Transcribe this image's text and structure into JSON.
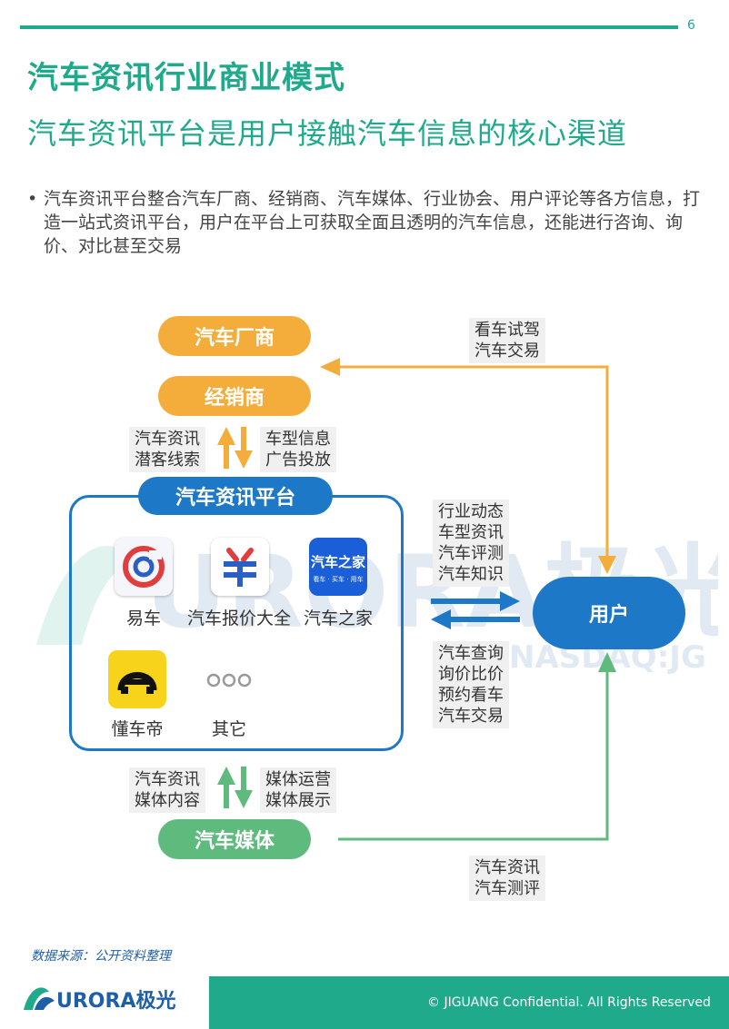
{
  "page": {
    "number": "6"
  },
  "header": {
    "title": "汽车资讯行业商业模式",
    "subtitle": "汽车资讯平台是用户接触汽车信息的核心渠道"
  },
  "bullet": {
    "marker": "•",
    "text": "汽车资讯平台整合汽车厂商、经销商、汽车媒体、行业协会、用户评论等各方信息，打造一站式资讯平台，用户在平台上可获取全面且透明的汽车信息，还能进行咨询、询价、对比甚至交易"
  },
  "diagram": {
    "manufacturer": "汽车厂商",
    "dealer": "经销商",
    "platform": "汽车资讯平台",
    "media": "汽车媒体",
    "user": "用户",
    "apps": [
      {
        "name": "易车",
        "icon": "yiche-icon"
      },
      {
        "name": "汽车报价大全",
        "icon": "yang-icon"
      },
      {
        "name": "汽车之家",
        "icon": "autohome-icon",
        "logo_main": "汽车之家",
        "logo_sub": "看车 · 买车 · 用车"
      },
      {
        "name": "懂车帝",
        "icon": "dongchedi-icon"
      },
      {
        "name": "其它",
        "icon": "more-dots-icon"
      }
    ],
    "labels": {
      "user_to_dealer": [
        "看车试驾",
        "汽车交易"
      ],
      "platform_to_dealer": [
        "汽车资讯",
        "潜客线索"
      ],
      "dealer_to_platform": [
        "车型信息",
        "广告投放"
      ],
      "platform_to_user": [
        "行业动态",
        "车型资讯",
        "汽车评测",
        "汽车知识"
      ],
      "user_to_platform": [
        "汽车查询",
        "询价比价",
        "预约看车",
        "汽车交易"
      ],
      "platform_to_media": [
        "汽车资讯",
        "媒体内容"
      ],
      "media_to_platform": [
        "媒体运营",
        "媒体展示"
      ],
      "media_to_user": [
        "汽车资讯",
        "汽车测评"
      ]
    },
    "colors": {
      "orange": "#f4ad3a",
      "green": "#5fba7d",
      "blue": "#1e78c8",
      "teal": "#1faa8c"
    }
  },
  "watermark": {
    "text": "URORA极光",
    "sub": "NASDAQ:JG"
  },
  "footer": {
    "source": "数据来源：公开资料整理",
    "logo": "URORA极光",
    "copyright": "© JIGUANG Confidential. All Rights Reserved"
  }
}
